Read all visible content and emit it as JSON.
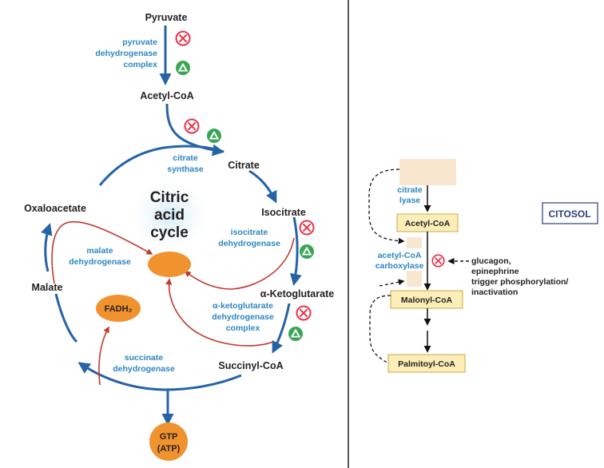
{
  "cycle": {
    "title_lines": [
      "Citric",
      "acid",
      "cycle"
    ],
    "metabolites": {
      "pyruvate": "Pyruvate",
      "acetyl_coa": "Acetyl-CoA",
      "citrate": "Citrate",
      "isocitrate": "Isocitrate",
      "alpha_kg": "α-Ketoglutarate",
      "succinyl_coa": "Succinyl-CoA",
      "malate": "Malate",
      "oxaloacetate": "Oxaloacetate",
      "fadh2": "FADH₂",
      "gtp": "GTP",
      "atp": "(ATP)"
    },
    "enzymes": {
      "pdh": [
        "pyruvate",
        "dehydrogenase",
        "complex"
      ],
      "citrate_synthase": [
        "citrate",
        "synthase"
      ],
      "idh": [
        "isocitrate",
        "dehydrogenase"
      ],
      "akgdh": [
        "α-ketoglutarate",
        "dehydrogenase",
        "complex"
      ],
      "sdh": [
        "succinate",
        "dehydrogenase"
      ],
      "mdh": [
        "malate",
        "dehydrogenase"
      ]
    }
  },
  "cytosol": {
    "region_label": "CITOSOL",
    "citrate_lyase": [
      "citrate",
      "lyase"
    ],
    "acetyl_coa": "Acetyl-CoA",
    "acc": [
      "acetyl-CoA",
      "carboxylase"
    ],
    "malonyl_coa": "Malonyl-CoA",
    "palmitoyl_coa": "Palmitoyl-CoA",
    "regulators": [
      "glucagon,",
      "epinephrine",
      "trigger phosphorylation/",
      "inactivation"
    ]
  },
  "colors": {
    "cycle_arrow": "#2563a8",
    "enzyme_text": "#2e86c1",
    "inhibition_red": "#e8334a",
    "activation_green": "#3aa655",
    "feedback_red": "#c0392b",
    "orange_node": "#f0922e",
    "box_fill": "#fbeeb8",
    "box_border": "#c8a94a",
    "blank_fill": "#f8e6cf"
  },
  "icons": {
    "inhibit": "circled-x-icon",
    "activate": "green-triangle-icon"
  }
}
